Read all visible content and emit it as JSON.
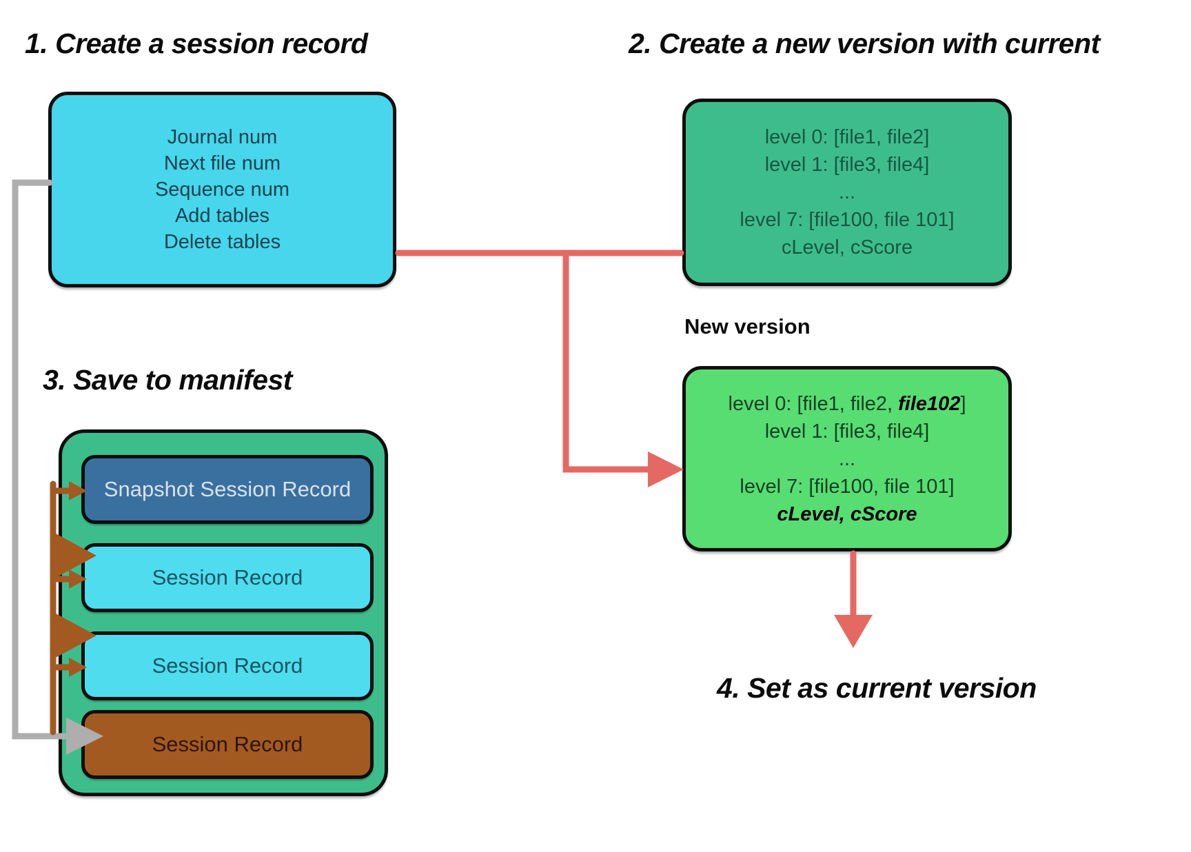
{
  "headings": {
    "step1": "1. Create a session record",
    "step2": "2. Create a new version with current",
    "step3": "3. Save to manifest",
    "step4": "4. Set as current version",
    "new_version_label": "New version"
  },
  "session_record_box": {
    "lines": [
      "Journal num",
      "Next file num",
      "Sequence num",
      "Add tables",
      "Delete tables"
    ]
  },
  "current_version_box": {
    "lines": [
      "level 0: [file1, file2]",
      "level 1: [file3, file4]",
      "...",
      "level 7: [file100, file 101]",
      "cLevel, cScore"
    ]
  },
  "new_version_box": {
    "line1_prefix": "level 0: [file1, file2, ",
    "line1_emph": "file102",
    "line1_suffix": "]",
    "line2": "level 1: [file3, file4]",
    "line3": "...",
    "line4": "level 7: [file100, file 101]",
    "line5_emph": "cLevel, cScore"
  },
  "manifest_box": {
    "records": [
      {
        "label": "Snapshot Session Record",
        "type": "snapshot"
      },
      {
        "label": "Session Record",
        "type": "session"
      },
      {
        "label": "Session Record",
        "type": "session"
      },
      {
        "label": "Session Record",
        "type": "current-session"
      }
    ]
  },
  "colors": {
    "session_record_fill": "#47d6ec",
    "current_version_fill": "#3ebd8c",
    "new_version_fill": "#58dd72",
    "manifest_fill": "#3ebd8c",
    "snapshot_record_fill": "#3a70a0",
    "session_record_item_fill": "#4fdcef",
    "current_session_record_fill": "#a35a21",
    "arrow_red": "#e56963",
    "arrow_gray": "#aeaeae",
    "arrow_brown": "#a35a21",
    "outline": "#0e0e0e"
  }
}
